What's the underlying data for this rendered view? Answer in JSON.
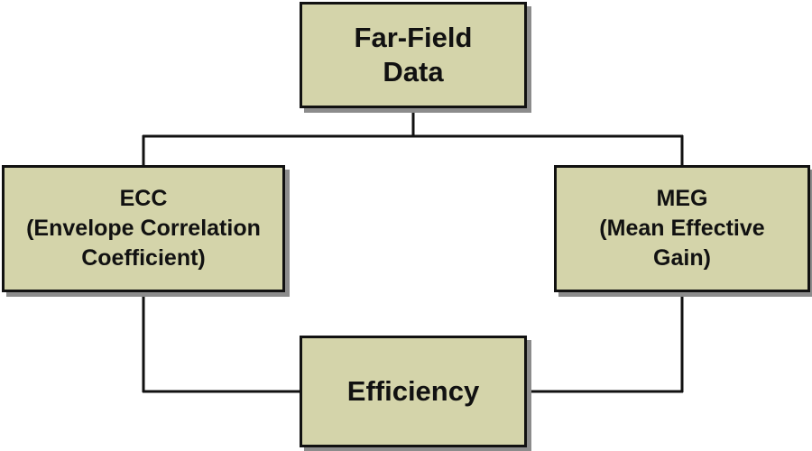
{
  "diagram": {
    "nodes": [
      {
        "id": "far_field",
        "label": "Far-Field\nData"
      },
      {
        "id": "ecc",
        "label": "ECC\n(Envelope Correlation\nCoefficient)"
      },
      {
        "id": "meg",
        "label": "MEG\n(Mean Effective\nGain)"
      },
      {
        "id": "efficiency",
        "label": "Efficiency"
      }
    ],
    "edges": [
      {
        "from": "far_field",
        "to": "ecc"
      },
      {
        "from": "far_field",
        "to": "meg"
      },
      {
        "from": "ecc",
        "to": "efficiency"
      },
      {
        "from": "meg",
        "to": "efficiency"
      }
    ],
    "colors": {
      "box_fill": "#d4d4aa",
      "box_border": "#111111",
      "box_shadow": "#8c8c8c",
      "connector": "#111111"
    }
  }
}
